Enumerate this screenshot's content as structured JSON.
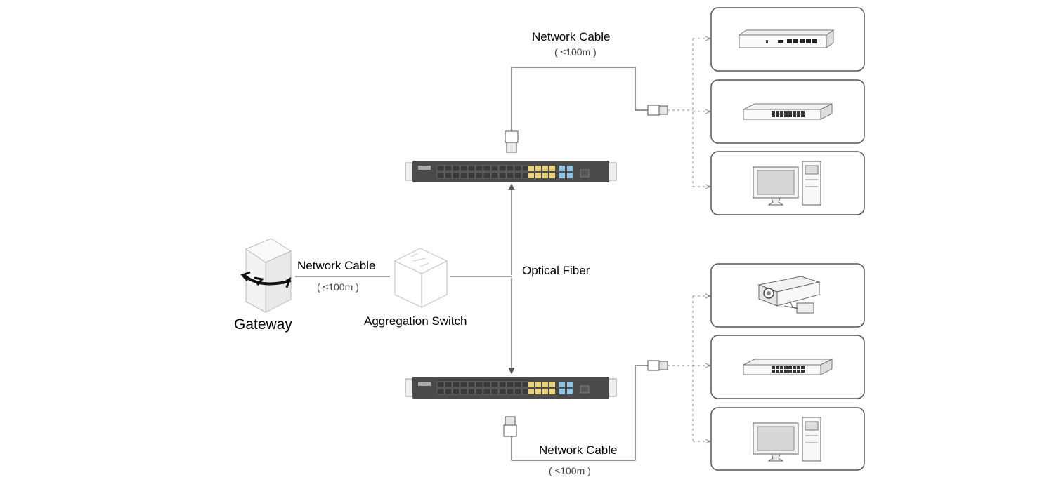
{
  "labels": {
    "gateway": "Gateway",
    "aggregation_switch": "Aggregation Switch",
    "optical_fiber": "Optical Fiber",
    "cable_gateway": "Network Cable",
    "cable_gateway_limit": "( ≤100m )",
    "cable_top": "Network Cable",
    "cable_top_limit": "( ≤100m )",
    "cable_bottom": "Network Cable",
    "cable_bottom_limit": "( ≤100m )"
  },
  "top_group_devices": [
    "router-icon",
    "switch-icon",
    "desktop-computer-icon"
  ],
  "bottom_group_devices": [
    "cctv-camera-icon",
    "switch-icon",
    "desktop-computer-icon"
  ],
  "colors": {
    "line": "#555555",
    "dotted": "#888888",
    "switch_body": "#4a4a4a",
    "sfp_yellow": "#e8d27a",
    "sfp_blue": "#8fc3e6"
  }
}
